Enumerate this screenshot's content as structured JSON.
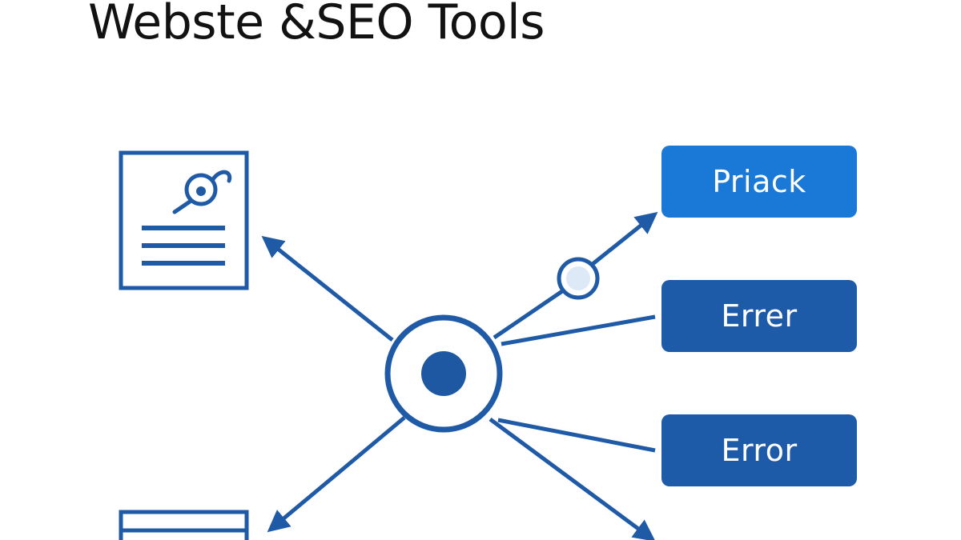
{
  "title": "Webste &SEO Tools",
  "colors": {
    "line": "#1f5aa6",
    "primary": "#1a78d6",
    "secondary": "#1d5aa8",
    "hub_dot": "#1e58a3",
    "node_fill": "#dde9f7"
  },
  "icons": {
    "document": "seo-document-icon",
    "list": "list-document-icon",
    "hub": "hub-target-icon"
  },
  "buttons": [
    {
      "label": "Priack",
      "variant": "primary"
    },
    {
      "label": "Errer",
      "variant": "secondary"
    },
    {
      "label": "Error",
      "variant": "secondary"
    }
  ]
}
